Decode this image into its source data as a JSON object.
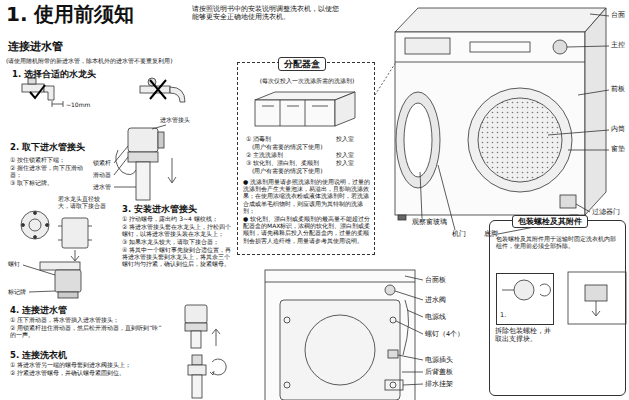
{
  "diagram": {
    "title": "1. 使用前须知",
    "nodes": [
      {
        "text": [
          "分配器盒",
          "(每次仅投入一次洗涤所需的洗涤剂)",
          "① 消毒剂",
          "投入室",
          "(用户有需要的情况下使用)",
          "② 主洗洗涤剂",
          "投入室",
          "③ 软化剂、漂白剂、柔顺剂",
          "投入室",
          "(用户有需要的情况下使用)",
          "● 洗涤剂用量请参照洗涤剂的使用说明，过量的洗涤剂会产生大量泡沫，易溢出，且影响洗涤效果；在使用浓缩洗衣粉或液体洗涤剂时，若洗涤合成或羊毛织物时，则应该用为其特制的洗涤剂；",
          "● 软化剂、漂白剂或柔顺剂的最高量不能超过分配器盒的MAX标识，浓稠的软化剂、漂白剂或柔顺剂，请先稀释后投入分配器盒内，过量的柔顺剂会损害人造纤维，用量请参考其使用说明。"
        ]
      },
      {
        "text": [
          "包装螺栓及其附件",
          "包装螺栓及其附件用于运输时固定洗衣机内部组件，使用前必须全部拆除。"
        ]
      },
      {
        "text": [
          "1."
        ],
        "in": 1
      }
    ],
    "labels": [
      "请按照说明书中的安装说明调整洗衣机，以便您能够更安全正确地使用洗衣机。",
      "连接进水管",
      "(请使用随机附带的新进水管，除本机外的进水管不要重复利用)",
      "1. 选择合适的水龙头",
      "~10mm",
      "进水管接头",
      "2. 取下进水管接头",
      "① 按住锁紧杆下端；",
      "② 握住进水管，向下压滑动器；",
      "③ 取下标记牌。",
      "锁紧杆",
      "滑动器",
      "进水管",
      "3. 安装进水管接头",
      "① 拧动螺母，露出约 3~4 螺纹线；",
      "② 将进水管接头套在水龙头上，拧松四个螺钉，以将进水管接头装在水龙头上；",
      "③ 如果水龙头较大，请取下接合器；",
      "④ 将其中一个螺钉事先旋到合适位置，再将进水管接头套到水龙头上，将其余三个螺钉均匀拧紧，确认到位后，旋紧螺母。",
      "若水龙头直径较大，请取下接合器",
      "螺钉",
      "标记牌",
      "4. 连接进水管",
      "① 压下滑动器，将水管插入进水管接头；",
      "② 用锁紧杆挂住滑动器，然后松开滑动器，直到听到“咔”的一声。",
      "5. 连接洗衣机",
      "① 将进水管另一端的螺母套到进水阀接头上；",
      "② 拧紧进水管螺母，并确认螺母紧固到位。",
      "台面",
      "主控",
      "前板",
      "内筒",
      "窗垫",
      "过滤器门",
      "观察窗玻璃",
      "机门",
      "底脚",
      "台面板",
      "进水阀",
      "电源线",
      "螺钉（4个）",
      "电源插头",
      "后背盖板",
      "排水挂架",
      "拆除包装螺栓，并取出支撑块。"
    ]
  }
}
